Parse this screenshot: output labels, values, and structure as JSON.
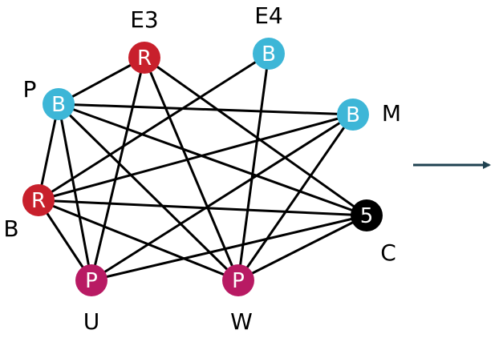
{
  "colors": {
    "red": "#c8202c",
    "blue": "#3db6d7",
    "magenta": "#b81a63",
    "black": "#000000",
    "arrow": "#1f4250"
  },
  "nodes": [
    {
      "id": "E3",
      "letter": "R",
      "label": "E3",
      "color": "red"
    },
    {
      "id": "E4",
      "letter": "B",
      "label": "E4",
      "color": "blue"
    },
    {
      "id": "P",
      "letter": "B",
      "label": "P",
      "color": "blue"
    },
    {
      "id": "M",
      "letter": "B",
      "label": "M",
      "color": "blue"
    },
    {
      "id": "B",
      "letter": "R",
      "label": "B",
      "color": "red"
    },
    {
      "id": "C",
      "letter": "5",
      "label": "C",
      "color": "black"
    },
    {
      "id": "U",
      "letter": "P",
      "label": "U",
      "color": "magenta"
    },
    {
      "id": "W",
      "letter": "P",
      "label": "W",
      "color": "magenta"
    }
  ],
  "edges": [
    [
      "P",
      "E3"
    ],
    [
      "P",
      "M"
    ],
    [
      "P",
      "C"
    ],
    [
      "P",
      "B"
    ],
    [
      "P",
      "U"
    ],
    [
      "P",
      "W"
    ],
    [
      "E3",
      "U"
    ],
    [
      "E3",
      "C"
    ],
    [
      "E3",
      "W"
    ],
    [
      "E4",
      "B"
    ],
    [
      "E4",
      "W"
    ],
    [
      "M",
      "B"
    ],
    [
      "M",
      "U"
    ],
    [
      "M",
      "W"
    ],
    [
      "B",
      "C"
    ],
    [
      "B",
      "U"
    ],
    [
      "B",
      "W"
    ],
    [
      "C",
      "U"
    ],
    [
      "C",
      "W"
    ]
  ]
}
